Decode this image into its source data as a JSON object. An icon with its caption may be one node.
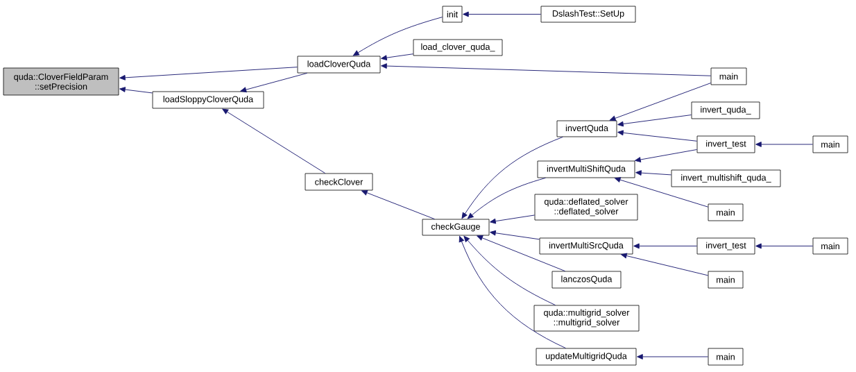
{
  "diagram": {
    "nodes": [
      {
        "text": [
          "quda::CloverFieldParam ::setPrecision"
        ]
      },
      {
        "text": [
          "loadCloverQuda"
        ]
      },
      {
        "text": [
          "loadSloppyCloverQuda"
        ]
      },
      {
        "text": [
          "init"
        ]
      },
      {
        "text": [
          "DslashTest::SetUp"
        ]
      },
      {
        "text": [
          "load_clover_quda_"
        ]
      },
      {
        "text": [
          "main"
        ]
      },
      {
        "text": [
          "checkClover"
        ]
      },
      {
        "text": [
          "checkGauge"
        ]
      },
      {
        "text": [
          "invertQuda"
        ]
      },
      {
        "text": [
          "invert_quda_"
        ]
      },
      {
        "text": [
          "invert_test"
        ]
      },
      {
        "text": [
          "main"
        ]
      },
      {
        "text": [
          "invertMultiShiftQuda"
        ]
      },
      {
        "text": [
          "invert_multishift_quda_"
        ]
      },
      {
        "text": [
          "main"
        ]
      },
      {
        "text": [
          "quda::deflated_solver ::deflated_solver"
        ]
      },
      {
        "text": [
          "invertMultiSrcQuda"
        ]
      },
      {
        "text": [
          "invert_test"
        ]
      },
      {
        "text": [
          "main"
        ]
      },
      {
        "text": [
          "main"
        ]
      },
      {
        "text": [
          "lanczosQuda"
        ]
      },
      {
        "text": [
          "quda::multigrid_solver ::multigrid_solver"
        ]
      },
      {
        "text": [
          "updateMultigridQuda"
        ]
      },
      {
        "text": [
          "main"
        ]
      }
    ],
    "edges": [
      {
        "from": 1,
        "to": 0,
        "arrow": "to"
      },
      {
        "from": 2,
        "to": 0,
        "arrow": "to"
      },
      {
        "from": 3,
        "to": 1,
        "arrow": "to"
      },
      {
        "from": 5,
        "to": 1,
        "arrow": "to"
      },
      {
        "from": 6,
        "to": 1,
        "arrow": "to"
      },
      {
        "from": 4,
        "to": 3,
        "arrow": "to"
      },
      {
        "from": 1,
        "to": 2,
        "arrow": "to"
      },
      {
        "from": 7,
        "to": 2,
        "arrow": "to"
      },
      {
        "from": 8,
        "to": 7,
        "arrow": "to"
      },
      {
        "from": 9,
        "to": 8,
        "arrow": "to"
      },
      {
        "from": 13,
        "to": 8,
        "arrow": "to"
      },
      {
        "from": 16,
        "to": 8,
        "arrow": "to"
      },
      {
        "from": 17,
        "to": 8,
        "arrow": "to"
      },
      {
        "from": 21,
        "to": 8,
        "arrow": "to"
      },
      {
        "from": 22,
        "to": 8,
        "arrow": "to"
      },
      {
        "from": 23,
        "to": 8,
        "arrow": "to"
      },
      {
        "from": 6,
        "to": 9,
        "arrow": "to"
      },
      {
        "from": 10,
        "to": 9,
        "arrow": "to"
      },
      {
        "from": 11,
        "to": 9,
        "arrow": "to"
      },
      {
        "from": 12,
        "to": 11,
        "arrow": "to"
      },
      {
        "from": 11,
        "to": 13,
        "arrow": "to"
      },
      {
        "from": 14,
        "to": 13,
        "arrow": "to"
      },
      {
        "from": 15,
        "to": 13,
        "arrow": "to"
      },
      {
        "from": 18,
        "to": 17,
        "arrow": "to"
      },
      {
        "from": 20,
        "to": 17,
        "arrow": "to"
      },
      {
        "from": 19,
        "to": 18,
        "arrow": "to"
      },
      {
        "from": 24,
        "to": 23,
        "arrow": "to"
      }
    ]
  }
}
